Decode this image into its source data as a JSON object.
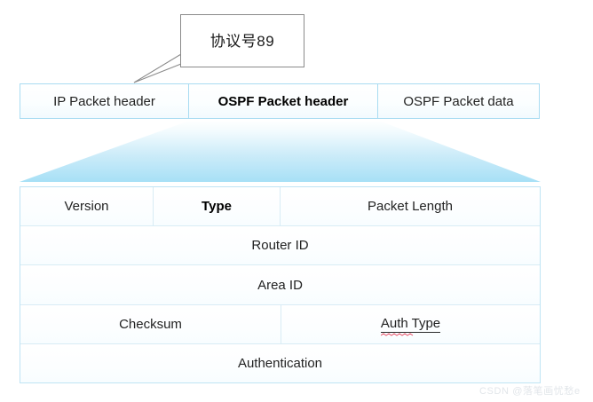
{
  "callout": {
    "text": "协议号89",
    "pointer_icon": "callout-tail-icon"
  },
  "packet_strip": {
    "name": "ospf-packet-structure",
    "cells": [
      {
        "label": "IP Packet header",
        "bold": false
      },
      {
        "label": "OSPF Packet header",
        "bold": true
      },
      {
        "label": "OSPF Packet data",
        "bold": false
      }
    ]
  },
  "funnel": {
    "name": "expand-funnel-shape",
    "top_color": "#f6fdff",
    "bottom_color": "#a7e0f6"
  },
  "detail_table": {
    "name": "ospf-packet-header-fields",
    "rows": [
      {
        "cells": [
          {
            "label": "Version",
            "bold": false
          },
          {
            "label": "Type",
            "bold": true
          },
          {
            "label": "Packet Length",
            "bold": false
          }
        ]
      },
      {
        "cells": [
          {
            "label": "Router ID",
            "bold": false
          }
        ]
      },
      {
        "cells": [
          {
            "label": "Area ID",
            "bold": false
          }
        ]
      },
      {
        "cells": [
          {
            "label": "Checksum",
            "bold": false
          },
          {
            "label": "Auth Type",
            "bold": false,
            "spellcheck_underline": true
          }
        ]
      },
      {
        "cells": [
          {
            "label": "Authentication",
            "bold": false
          }
        ]
      }
    ]
  },
  "watermark": {
    "text": "CSDN @落笔画忧愁e"
  },
  "colors": {
    "cell_border": "#a9dcf2",
    "table_border": "#bfe4f4",
    "row_divider": "#d8ecf5",
    "callout_border": "#8a8a8a",
    "funnel_blue": "#a7e0f6",
    "spell_red": "#e8546b",
    "text": "#222222"
  }
}
